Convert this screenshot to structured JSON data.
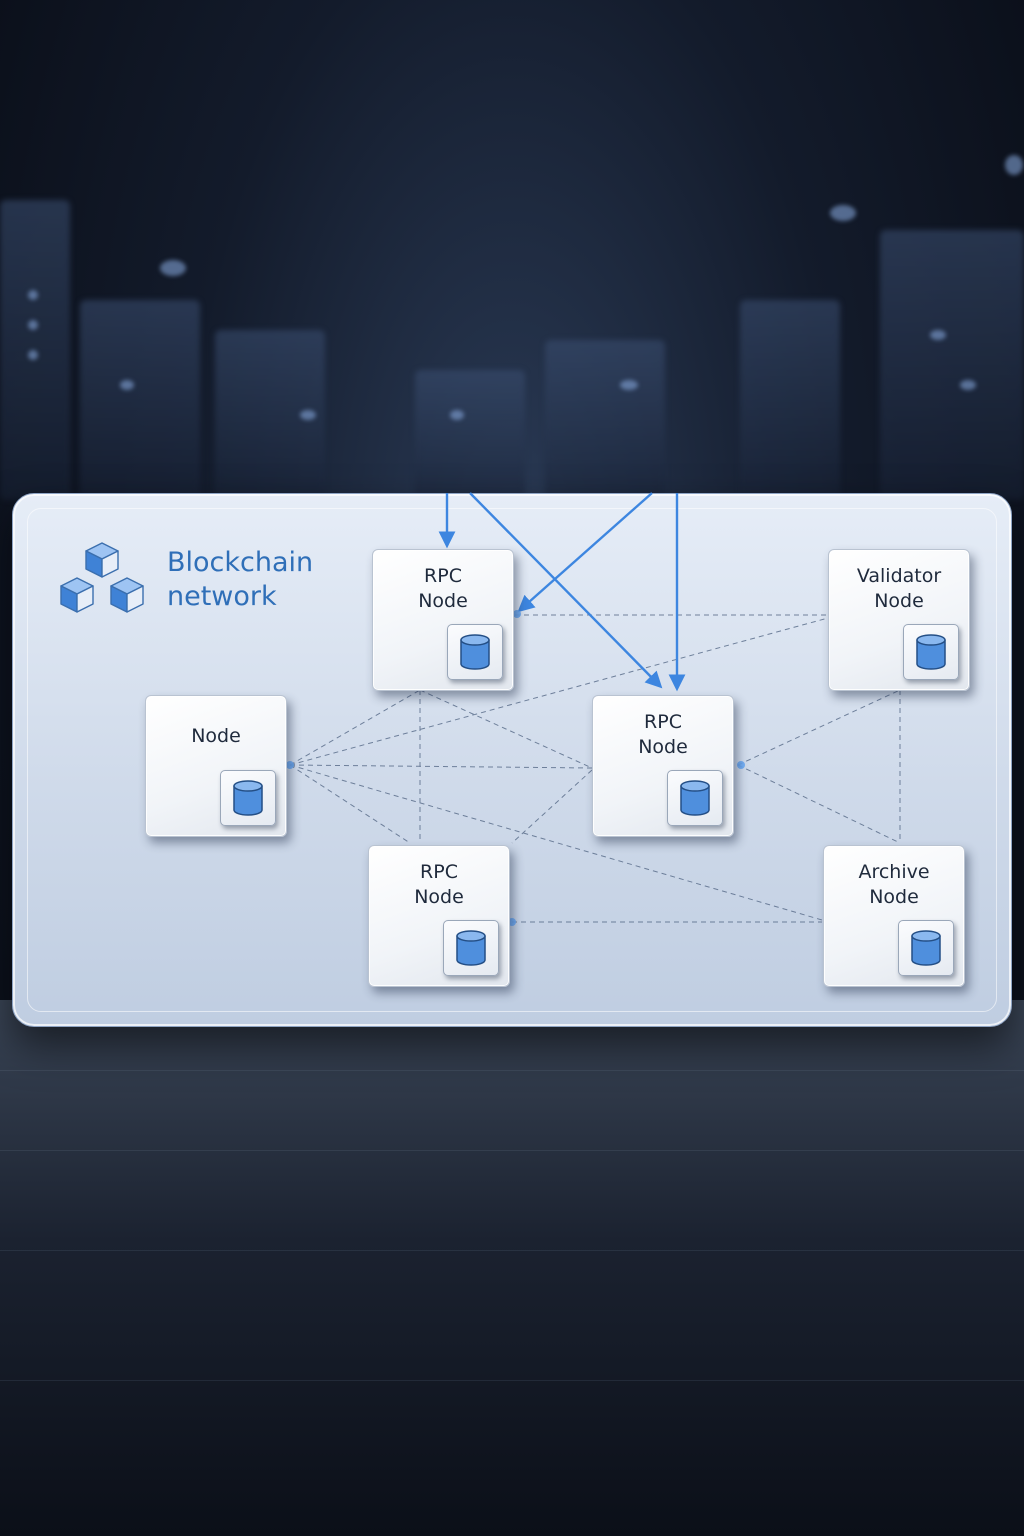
{
  "brand": {
    "line1": "Blockchain",
    "line2": "network",
    "icon": "stacked-cubes-icon"
  },
  "nodes": [
    {
      "id": "rpc-top",
      "label": "RPC\nNode",
      "icon": "database-icon"
    },
    {
      "id": "validator",
      "label": "Validator\nNode",
      "icon": "database-icon"
    },
    {
      "id": "plain",
      "label": "Node",
      "icon": "database-icon"
    },
    {
      "id": "rpc-center",
      "label": "RPC\nNode",
      "icon": "database-icon"
    },
    {
      "id": "rpc-bottom",
      "label": "RPC\nNode",
      "icon": "database-icon"
    },
    {
      "id": "archive",
      "label": "Archive\nNode",
      "icon": "database-icon"
    }
  ],
  "colors": {
    "accent": "#2f6fb8",
    "arrow": "#3d86e0",
    "panel": "#dce5f1",
    "node_text": "#1f2a3c"
  }
}
